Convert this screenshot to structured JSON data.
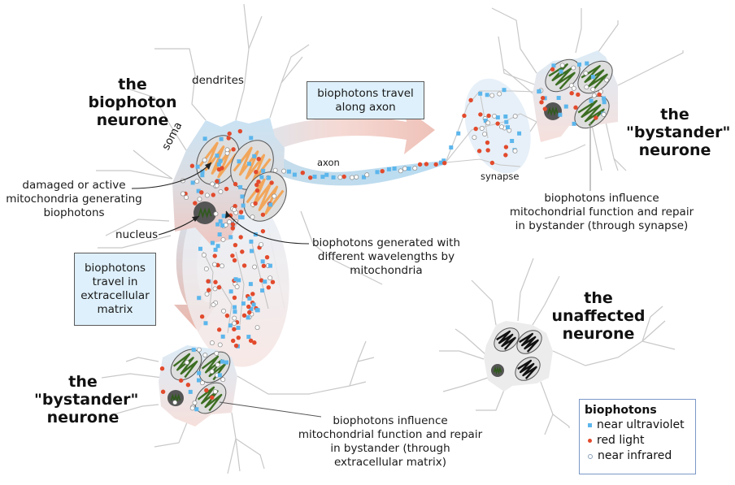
{
  "titles": {
    "biophoton_neurone": [
      "the",
      "biophoton",
      "neurone"
    ],
    "bystander_synapse": [
      "the",
      "\"bystander\"",
      "neurone"
    ],
    "bystander_matrix": [
      "the",
      "\"bystander\"",
      "neurone"
    ],
    "unaffected": [
      "the",
      "unaffected",
      "neurone"
    ]
  },
  "labels": {
    "dendrites": "dendrites",
    "soma": "soma",
    "axon": "axon",
    "synapse": "synapse",
    "nucleus": "nucleus",
    "damaged_mito": [
      "damaged or active",
      "mitochondria generating",
      "biophotons"
    ],
    "generated": [
      "biophotons generated with",
      "different wavelengths by",
      "mitochondria"
    ],
    "influence_synapse": [
      "biophotons influence",
      "mitochondrial function and repair",
      "in bystander (through synapse)"
    ],
    "influence_matrix": [
      "biophotons influence",
      "mitochondrial function and repair",
      "in bystander (through",
      "extracellular matrix)"
    ]
  },
  "callouts": {
    "axon_travel": [
      "biophotons travel",
      "along axon"
    ],
    "matrix_travel": [
      "biophotons",
      "travel in",
      "extracellular",
      "matrix"
    ]
  },
  "legend": {
    "title": "biophotons",
    "items": [
      {
        "key": "uv",
        "label": "near ultraviolet",
        "color": "#5cb6ec"
      },
      {
        "key": "red",
        "label": "red light",
        "color": "#e24a2c"
      },
      {
        "key": "ir",
        "label": "near infrared",
        "color": "#ffffff"
      }
    ]
  },
  "colors": {
    "uv": "#5cb6ec",
    "red": "#e24a2c",
    "ir_stroke": "#8a8a8a",
    "soma_blue": "#cfe6f5",
    "soma_red": "#f0cfcb",
    "mito_orange": "#f2a65a",
    "mito_green": "#3c6e22",
    "dendrite": "#c8c8c8",
    "callout_bg": "#def0fb"
  }
}
